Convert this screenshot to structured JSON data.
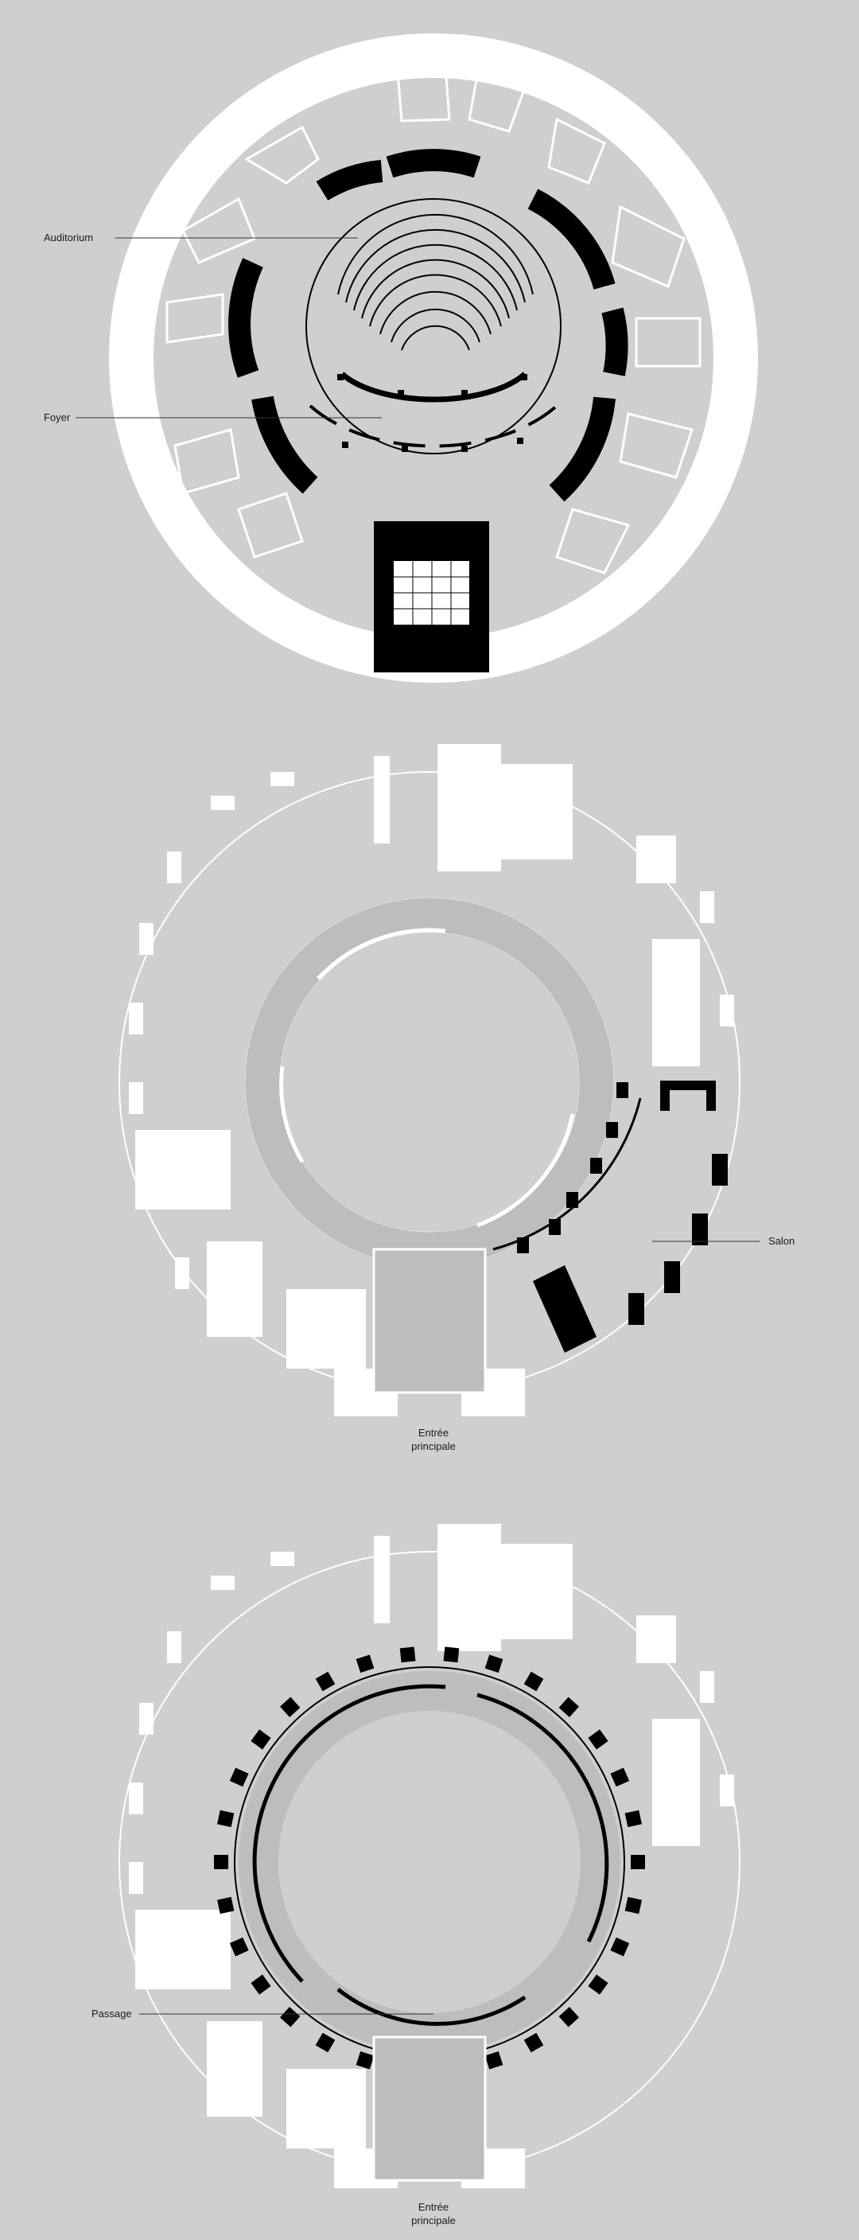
{
  "plans": [
    {
      "labels": {
        "auditorium": "Auditorium",
        "foyer": "Foyer"
      }
    },
    {
      "labels": {
        "salon": "Salon",
        "entrance_line1": "Entrée",
        "entrance_line2": "principale"
      }
    },
    {
      "labels": {
        "passage": "Passage",
        "entrance_line1": "Entrée",
        "entrance_line2": "principale"
      }
    }
  ],
  "colors": {
    "background": "#cfcfcf",
    "wall": "#ffffff",
    "highlight": "#000000",
    "hatch": "#bdbdbd"
  }
}
